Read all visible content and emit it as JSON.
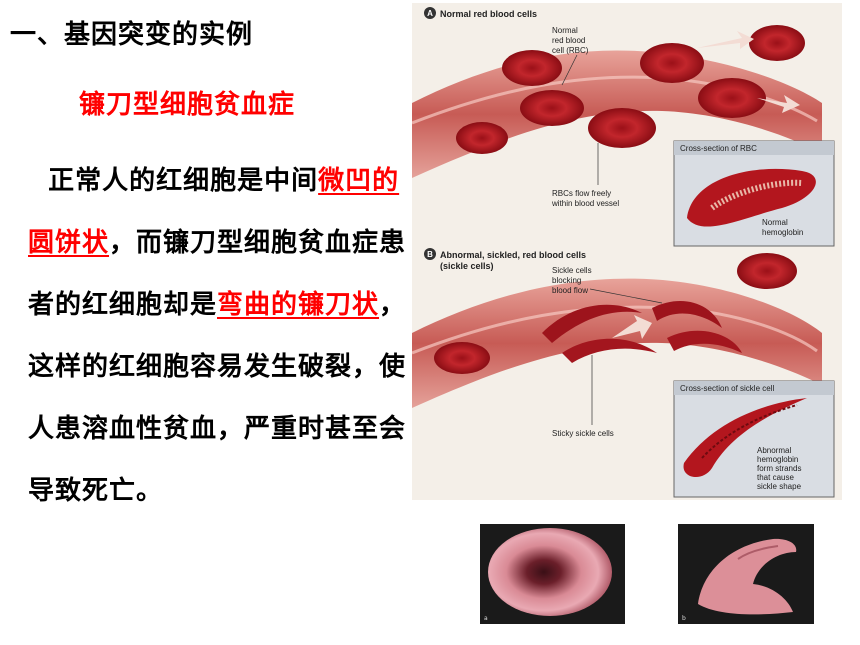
{
  "heading": "一、基因突变的实例",
  "subheading": "镰刀型细胞贫血症",
  "body": {
    "p1": "正常人的红细胞是中间",
    "hl1": "微凹的圆饼状",
    "p2": "，而镰刀型细胞贫血症患者的红细胞却是",
    "hl2": "弯曲的镰刀状",
    "p3": "，这样的红细胞容易发生破裂，使人患溶血性贫血，严重时甚至会导致死亡。"
  },
  "figure": {
    "panel_a": {
      "marker": "A",
      "title": "Normal red blood cells",
      "label_rbc": [
        "Normal",
        "red blood",
        "cell (RBC)"
      ],
      "label_flow": [
        "RBCs flow freely",
        "within blood vessel"
      ],
      "inset_title": "Cross-section of RBC",
      "inset_label": [
        "Normal",
        "hemoglobin"
      ]
    },
    "panel_b": {
      "marker": "B",
      "title": [
        "Abnormal, sickled, red blood cells",
        "(sickle cells)"
      ],
      "label_block": [
        "Sickle cells",
        "blocking",
        "blood flow"
      ],
      "label_sticky": "Sticky sickle cells",
      "inset_title": "Cross-section of sickle cell",
      "inset_label": [
        "Abnormal",
        "hemoglobin",
        "form strands",
        "that cause",
        "sickle shape"
      ]
    }
  },
  "micrographs": {
    "a_label": "a",
    "b_label": "b"
  }
}
